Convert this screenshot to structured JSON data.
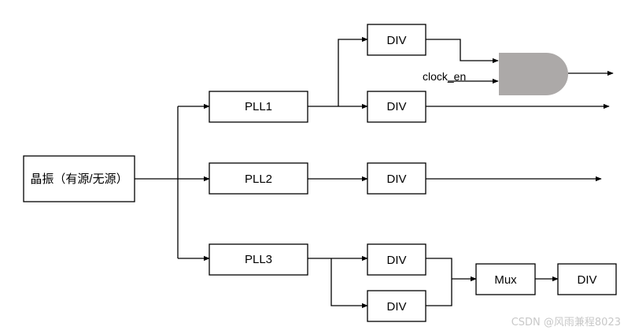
{
  "diagram": {
    "source": {
      "label": "晶振（有源/无源）"
    },
    "plls": [
      {
        "label": "PLL1"
      },
      {
        "label": "PLL2"
      },
      {
        "label": "PLL3"
      }
    ],
    "dividers": [
      {
        "label": "DIV"
      },
      {
        "label": "DIV"
      },
      {
        "label": "DIV"
      },
      {
        "label": "DIV"
      },
      {
        "label": "DIV"
      },
      {
        "label": "DIV"
      }
    ],
    "mux": {
      "label": "Mux"
    },
    "gate": {
      "input_label": "clock_en",
      "color": "#aca9a8"
    },
    "watermark": "CSDN @风雨兼程8023"
  }
}
